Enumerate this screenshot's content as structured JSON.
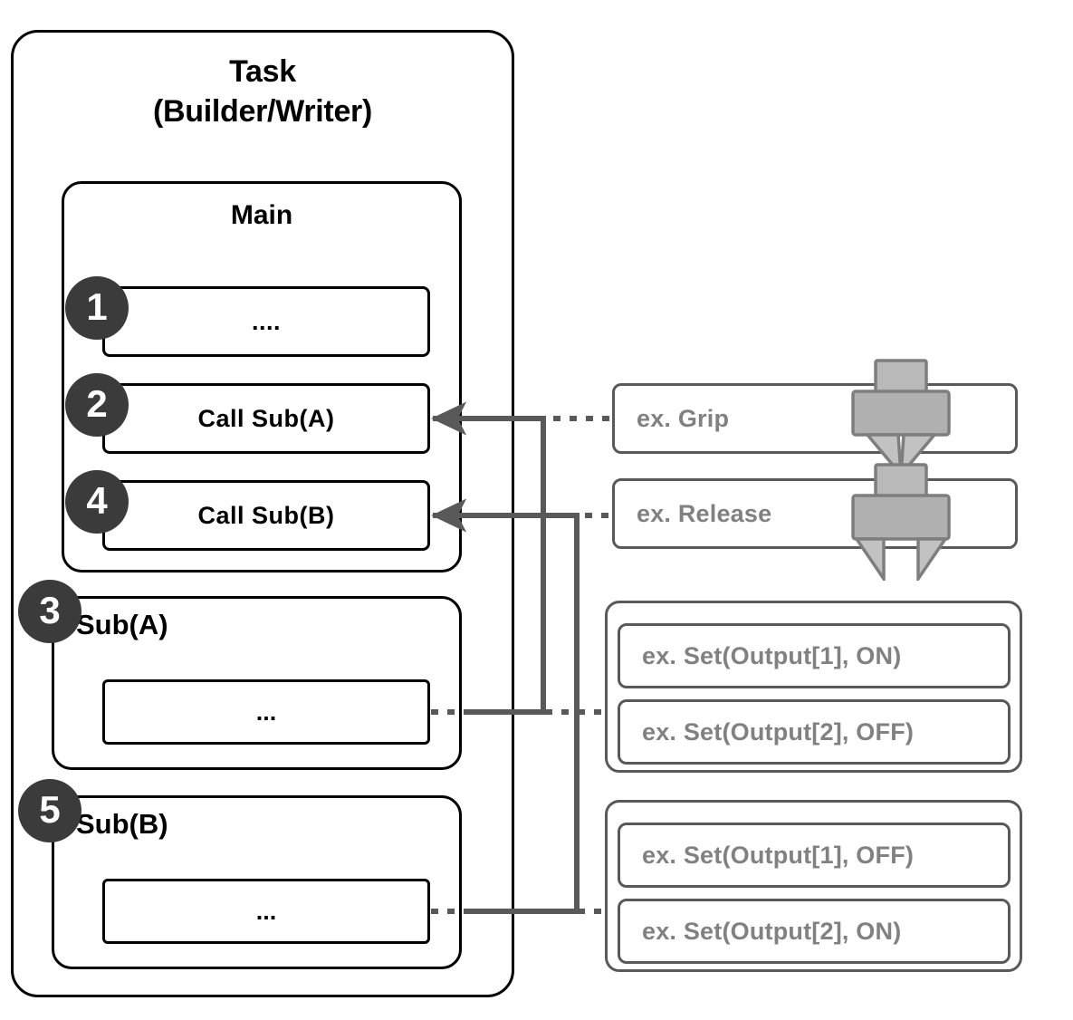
{
  "diagram": {
    "title_lines": [
      "Task",
      "(Builder/Writer)"
    ],
    "main_label": "Main"
  },
  "task": {
    "title_line1": "Task",
    "title_line2": "(Builder/Writer)",
    "main": {
      "label": "Main",
      "steps": [
        {
          "badge": "1",
          "label": "...."
        },
        {
          "badge": "2",
          "label": "Call Sub(A)"
        },
        {
          "badge": "4",
          "label": "Call Sub(B)"
        }
      ]
    },
    "subs": [
      {
        "badge": "3",
        "title": "Sub(A)",
        "body": "..."
      },
      {
        "badge": "5",
        "title": "Sub(B)",
        "body": "..."
      }
    ]
  },
  "examples": {
    "actions": [
      {
        "label": "ex. Grip",
        "icon": "gripper-closed-icon"
      },
      {
        "label": "ex. Release",
        "icon": "gripper-open-icon"
      }
    ],
    "groups": [
      {
        "items": [
          "ex. Set(Output[1], ON)",
          "ex. Set(Output[2], OFF)"
        ]
      },
      {
        "items": [
          "ex. Set(Output[1], OFF)",
          "ex. Set(Output[2], ON)"
        ]
      }
    ]
  },
  "colors": {
    "badge_fill": "#3b3b3b",
    "badge_text": "#ffffff",
    "box_stroke": "#000000",
    "example_stroke": "#595959",
    "example_text": "#818181",
    "connector": "#595959",
    "gripper_fill": "#b5b5b5",
    "gripper_stroke": "#7e7e7e"
  }
}
